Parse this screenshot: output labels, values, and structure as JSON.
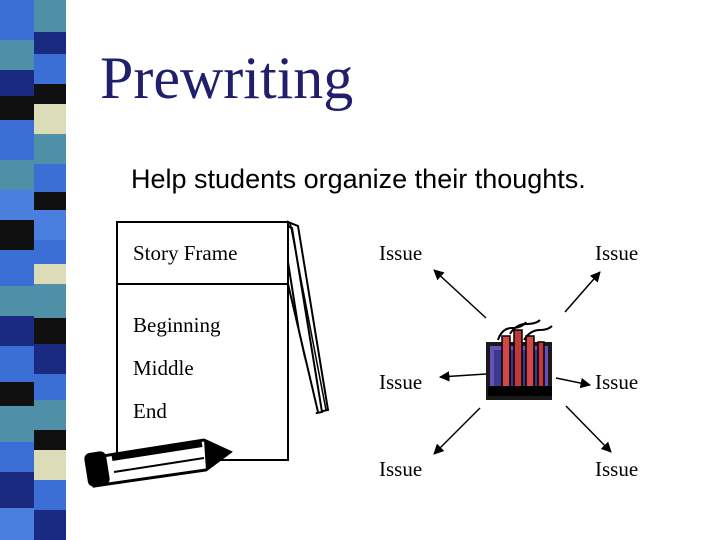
{
  "slide": {
    "title": "Prewriting",
    "subtitle": "Help students organize their thoughts."
  },
  "story_frame": {
    "heading": "Story Frame",
    "items": [
      "Beginning",
      "Middle",
      "End"
    ]
  },
  "web": {
    "issues": [
      "Issue",
      "Issue",
      "Issue",
      "Issue",
      "Issue",
      "Issue"
    ]
  },
  "icons": [
    "pencil-icon",
    "factory-icon"
  ],
  "colors": {
    "title": "#1f1f6e",
    "strip_blue": "#3b6fd6",
    "strip_teal": "#4f8fa8",
    "strip_black": "#101010",
    "strip_cream": "#dcdcb8",
    "strip_navy": "#1a2a80"
  }
}
